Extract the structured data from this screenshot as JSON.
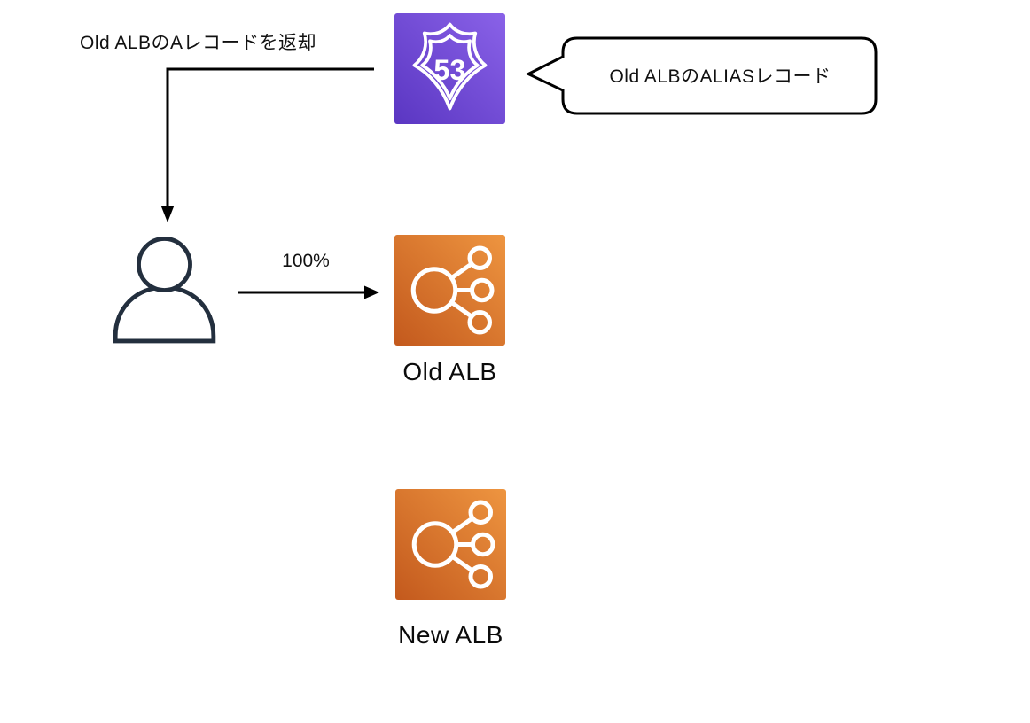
{
  "canvas": {
    "background": "#ffffff"
  },
  "annotations": {
    "return_record_label": "Old ALBのAレコードを返却",
    "alias_bubble_text": "Old ALBのALIASレコード",
    "traffic_percent_label": "100%"
  },
  "route53": {
    "icon": "route53-icon",
    "badge_text": "53",
    "gradient_start": "#5a36c2",
    "gradient_end": "#8a62e8",
    "symbol_color": "#ffffff"
  },
  "user": {
    "icon": "user-icon",
    "color": "#232f3e"
  },
  "load_balancers": [
    {
      "label": "Old ALB",
      "icon": "alb-icon",
      "gradient_start": "#c3591d",
      "gradient_end": "#ee9540",
      "symbol_color": "#ffffff"
    },
    {
      "label": "New ALB",
      "icon": "alb-icon",
      "gradient_start": "#c3591d",
      "gradient_end": "#ee9540",
      "symbol_color": "#ffffff"
    }
  ],
  "arrows": {
    "color": "#000000",
    "route53_to_user": "route53-to-user",
    "user_to_old_alb": "user-to-old-alb"
  }
}
